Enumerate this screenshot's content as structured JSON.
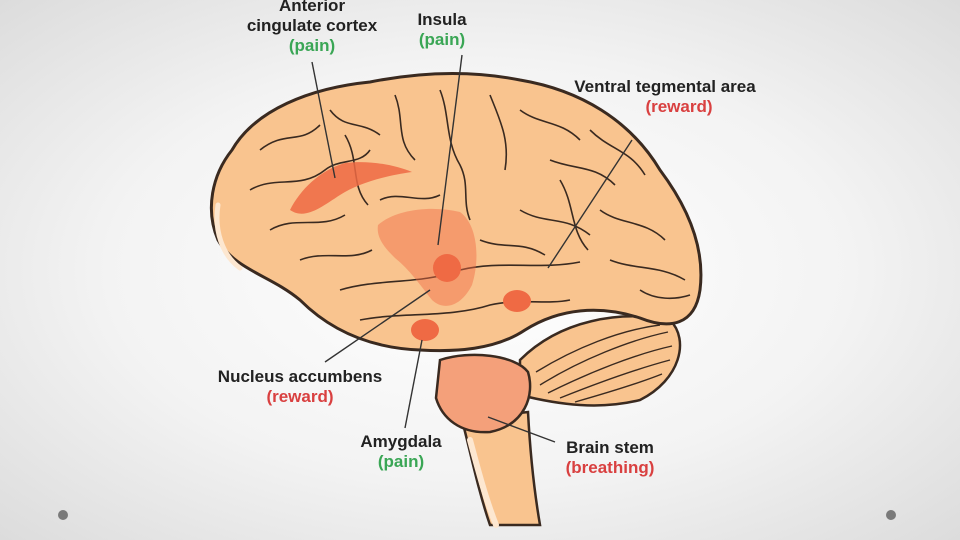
{
  "labels": {
    "acc": {
      "name": "Anterior\ncingulate cortex",
      "function": "(pain)"
    },
    "insula": {
      "name": "Insula",
      "function": "(pain)"
    },
    "vta": {
      "name": "Ventral tegmental area",
      "function": "(reward)"
    },
    "nacc": {
      "name": "Nucleus accumbens",
      "function": "(reward)"
    },
    "amygdala": {
      "name": "Amygdala",
      "function": "(pain)"
    },
    "brainstem": {
      "name": "Brain stem",
      "function": "(breathing)"
    }
  },
  "colors": {
    "brain": "#f9c48f",
    "outline": "#3a2a20",
    "highlight": "#ef6a44",
    "pain": "#3aa655",
    "reward": "#d94040",
    "stem": "#f4a07a"
  }
}
